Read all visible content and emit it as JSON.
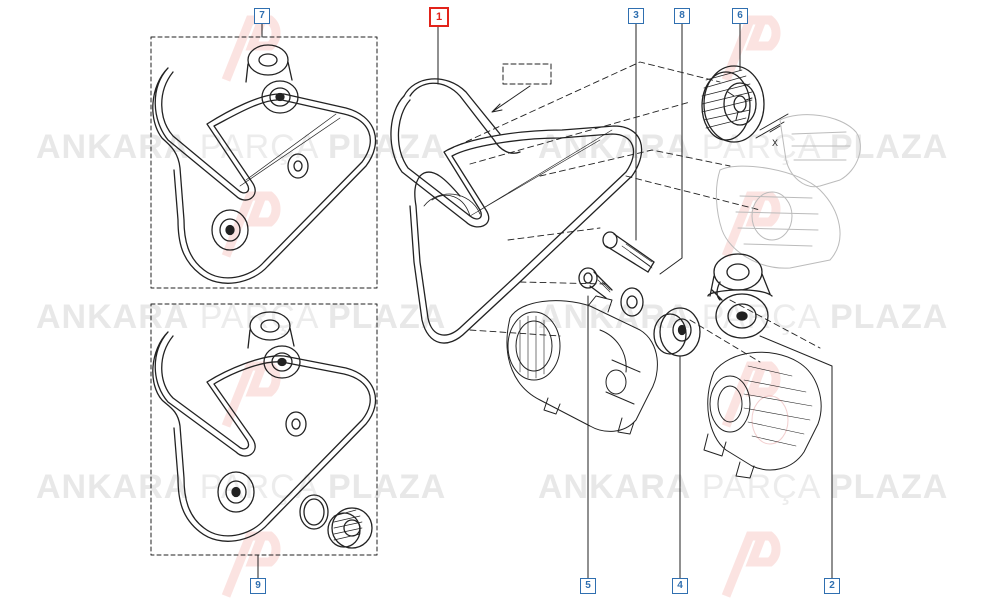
{
  "watermark": {
    "brand_a": "ANKARA",
    "brand_b": "PARÇA",
    "brand_c": "PLAZA",
    "logo_mark": "AP"
  },
  "callouts": {
    "c1": "1",
    "c2": "2",
    "c3": "3",
    "c4": "4",
    "c5": "5",
    "c6": "6",
    "c7": "7",
    "c8": "8",
    "c9": "9"
  },
  "dimension_label": "X",
  "colors": {
    "callout_blue": "#2f6fb0",
    "highlight_red": "#e2231a",
    "line_dark": "#222222",
    "watermark_gray": "#969696"
  }
}
